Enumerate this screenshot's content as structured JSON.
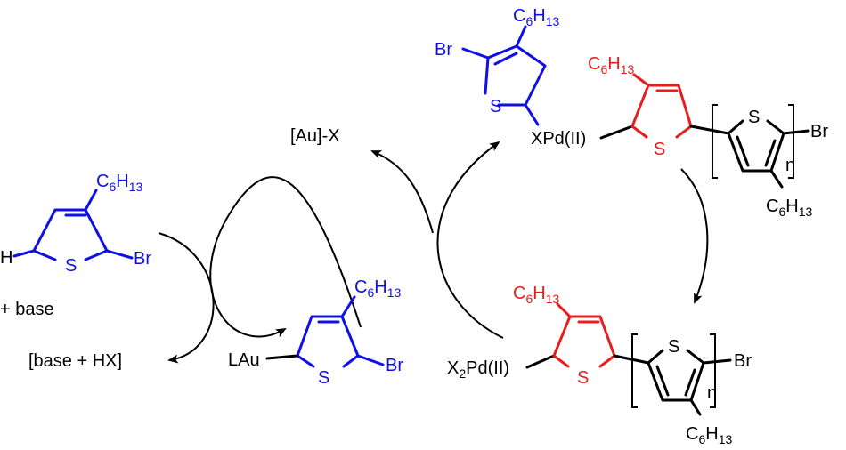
{
  "colors": {
    "monomer": "#1010e6",
    "polymer": "#e61e1e",
    "neutral": "#000000"
  },
  "labels": {
    "h": "H",
    "br": "Br",
    "s": "S",
    "c": "C",
    "h_letter": "H",
    "six": "6",
    "thirteen": "13",
    "two": "2",
    "n": "n",
    "plus_base": "+ base",
    "base_hx": "[base + HX]",
    "au_x": "[Au]-X",
    "lau": "LAu",
    "xpd": "XPd(II)",
    "x_letter": "X",
    "pd_ii": "Pd(II)"
  }
}
